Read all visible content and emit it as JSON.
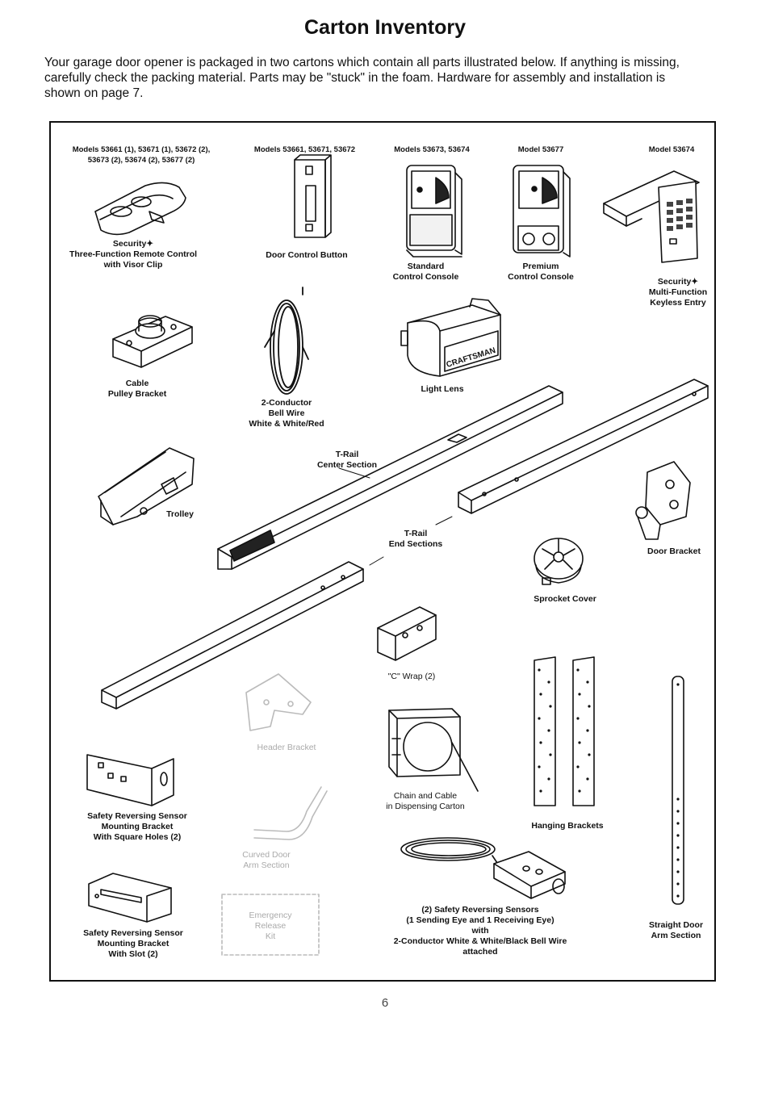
{
  "page": {
    "title": "Carton Inventory",
    "intro": "Your garage door opener is packaged in two cartons which contain all parts illustrated below. If anything is missing, carefully check the packing material. Parts may be \"stuck\" in the foam. Hardware for assembly and installation is shown on page 7.",
    "page_number": "6"
  },
  "parts": {
    "remote": {
      "models_1": "Models 53661 (1), 53671 (1), 53672 (2),",
      "models_2": "53673 (2), 53674 (2), 53677 (2)",
      "name_1": "Security✦",
      "name_2": "Three-Function Remote Control",
      "name_3": "with Visor Clip"
    },
    "door_button": {
      "models": "Models 53661, 53671, 53672",
      "name": "Door Control Button"
    },
    "standard_console": {
      "models": "Models 53673, 53674",
      "name_1": "Standard",
      "name_2": "Control Console"
    },
    "premium_console": {
      "models": "Model 53677",
      "name_1": "Premium",
      "name_2": "Control Console"
    },
    "keyless": {
      "models": "Model 53674",
      "name_1": "Security✦",
      "name_2": "Multi-Function",
      "name_3": "Keyless Entry"
    },
    "pulley": {
      "name_1": "Cable",
      "name_2": "Pulley Bracket"
    },
    "bell_wire": {
      "name_1": "2-Conductor",
      "name_2": "Bell Wire",
      "name_3": "White & White/Red"
    },
    "light_lens": {
      "name": "Light Lens",
      "brand": "CRAFTSMAN"
    },
    "trail_center": {
      "name_1": "T-Rail",
      "name_2": "Center Section"
    },
    "trolley": {
      "name": "Trolley"
    },
    "trail_end": {
      "name_1": "T-Rail",
      "name_2": "End Sections"
    },
    "door_bracket": {
      "name": "Door Bracket"
    },
    "sprocket_cover": {
      "name": "Sprocket Cover"
    },
    "c_wrap": {
      "name": "\"C\" Wrap (2)"
    },
    "header_bracket": {
      "name": "Header Bracket"
    },
    "chain_carton": {
      "name_1": "Chain and Cable",
      "name_2": "in Dispensing Carton"
    },
    "hanging_brackets": {
      "name": "Hanging Brackets"
    },
    "sensor_bracket_square": {
      "name_1": "Safety Reversing Sensor",
      "name_2": "Mounting Bracket",
      "name_3": "With Square Holes (2)"
    },
    "curved_door_arm": {
      "name_1": "Curved Door",
      "name_2": "Arm Section"
    },
    "sensors": {
      "name_1": "(2) Safety Reversing Sensors",
      "name_2": "(1 Sending Eye and 1 Receiving Eye)",
      "name_3": "with",
      "name_4": "2-Conductor White & White/Black Bell Wire",
      "name_5": "attached"
    },
    "straight_arm": {
      "name_1": "Straight Door",
      "name_2": "Arm Section"
    },
    "sensor_bracket_slot": {
      "name_1": "Safety Reversing Sensor",
      "name_2": "Mounting Bracket",
      "name_3": "With Slot (2)"
    },
    "emergency_release": {
      "name_1": "Emergency",
      "name_2": "Release",
      "name_3": "Kit"
    }
  },
  "icons": [
    "remote-icon",
    "door-button-icon",
    "console-icon",
    "keypad-icon",
    "pulley-bracket-icon",
    "wire-coil-icon",
    "light-lens-icon",
    "rail-icon",
    "trolley-icon",
    "door-bracket-icon",
    "sprocket-cover-icon",
    "c-wrap-icon",
    "header-bracket-icon",
    "chain-carton-icon",
    "hanging-bracket-icon",
    "sensor-bracket-icon",
    "door-arm-icon",
    "sensor-icon"
  ]
}
